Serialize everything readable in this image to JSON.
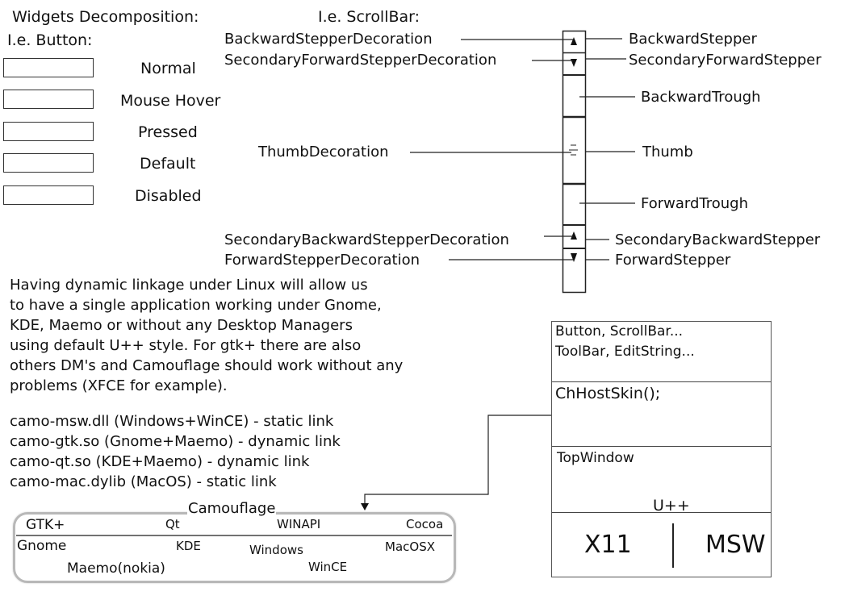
{
  "headings": {
    "widgets": "Widgets Decomposition:",
    "button": "I.e. Button:",
    "scrollbar": "I.e. ScrollBar:"
  },
  "button_states": [
    {
      "label": "Normal"
    },
    {
      "label": "Mouse Hover"
    },
    {
      "label": "Pressed"
    },
    {
      "label": "Default"
    },
    {
      "label": "Disabled"
    }
  ],
  "scrollbar": {
    "left_labels": {
      "backward_stepper_decoration": "BackwardStepperDecoration",
      "secondary_forward_stepper_decoration": "SecondaryForwardStepperDecoration",
      "thumb_decoration": "ThumbDecoration",
      "secondary_backward_stepper_decoration": "SecondaryBackwardStepperDecoration",
      "forward_stepper_decoration": "ForwardStepperDecoration"
    },
    "right_labels": {
      "backward_stepper": "BackwardStepper",
      "secondary_forward_stepper": "SecondaryForwardStepper",
      "backward_trough": "BackwardTrough",
      "thumb": "Thumb",
      "forward_trough": "ForwardTrough",
      "secondary_backward_stepper": "SecondaryBackwardStepper",
      "forward_stepper": "ForwardStepper"
    },
    "glyphs": {
      "up": "▲",
      "down": "▼"
    }
  },
  "paragraph": [
    "Having dynamic linkage under Linux will allow us",
    "to have a single application working under Gnome,",
    "KDE, Maemo or without any Desktop Managers",
    "using default U++ style. For gtk+ there are also",
    "others DM's and Camouflage should work without any",
    "problems (XFCE for example)."
  ],
  "libraries": [
    "camo-msw.dll (Windows+WinCE) - static link",
    "camo-gtk.so (Gnome+Maemo) - dynamic link",
    "camo-qt.so (KDE+Maemo) - dynamic link",
    "camo-mac.dylib (MacOS) - static link"
  ],
  "camouflage": {
    "title": "Camouflage",
    "toolkits": [
      "GTK+",
      "Qt",
      "WINAPI",
      "Cocoa"
    ],
    "platforms": {
      "gnome": "Gnome",
      "kde": "KDE",
      "windows": "Windows",
      "macosx": "MacOSX",
      "maemo": "Maemo(nokia)",
      "wince": "WinCE"
    }
  },
  "upp_stack": {
    "widgets_line1": "Button, ScrollBar...",
    "widgets_line2": "ToolBar, EditString...",
    "skin": "ChHostSkin();",
    "topwindow": "TopWindow",
    "title": "U++",
    "backend_left": "X11",
    "backend_right": "MSW"
  }
}
